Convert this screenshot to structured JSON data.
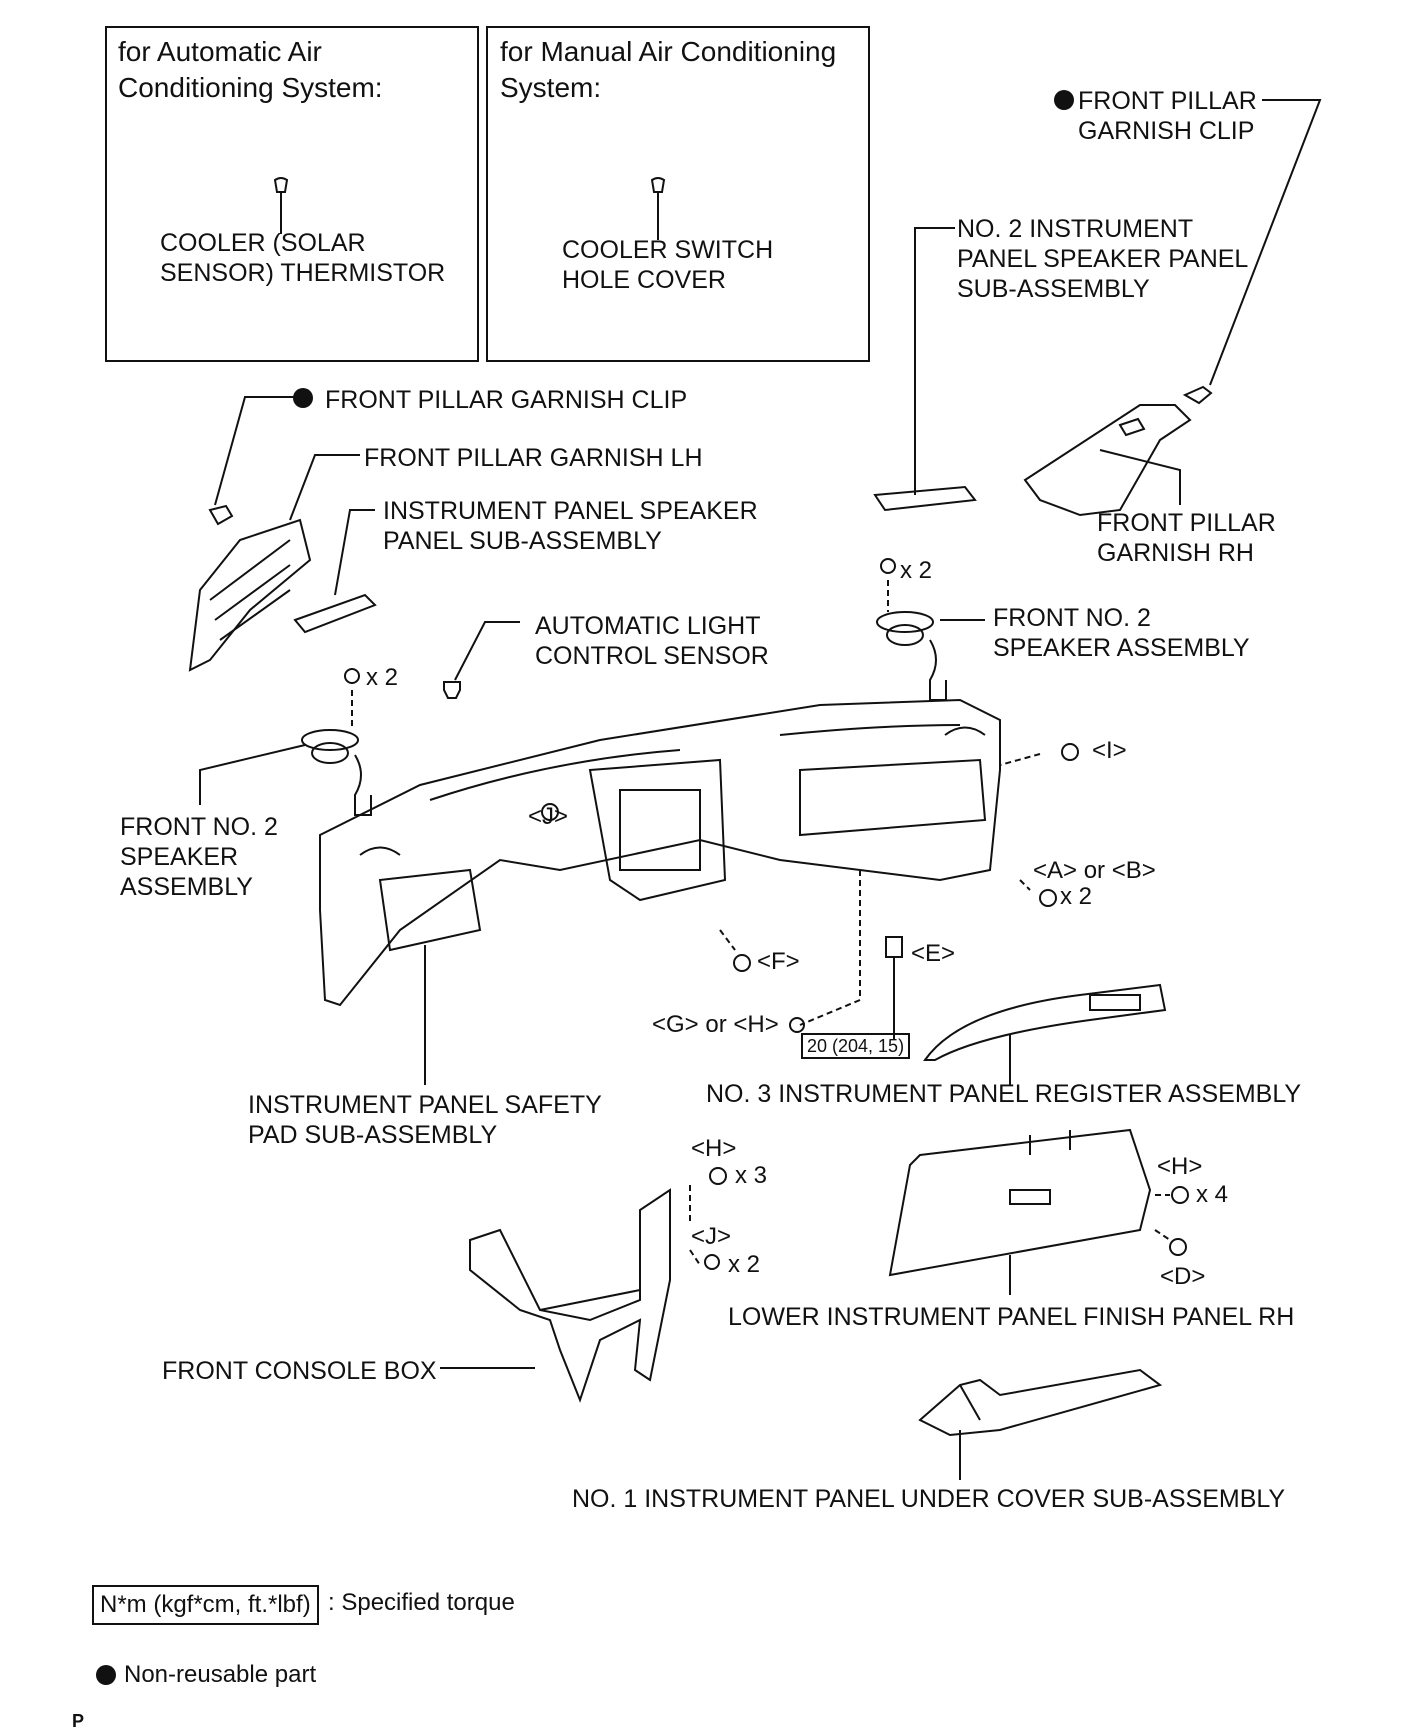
{
  "boxes": {
    "auto": {
      "title": "for Automatic Air\nConditioning System:",
      "part": "COOLER (SOLAR\nSENSOR) THERMISTOR"
    },
    "manual": {
      "title": "for Manual Air Conditioning\nSystem:",
      "part": "COOLER SWITCH\nHOLE COVER"
    }
  },
  "labels": {
    "front_pillar_garnish_clip_rh": "FRONT PILLAR\nGARNISH CLIP",
    "no2_speaker_panel": "NO. 2 INSTRUMENT\nPANEL SPEAKER PANEL\nSUB-ASSEMBLY",
    "front_pillar_garnish_clip_lh": "FRONT PILLAR GARNISH CLIP",
    "front_pillar_garnish_lh": "FRONT PILLAR GARNISH LH",
    "speaker_panel": "INSTRUMENT PANEL SPEAKER\nPANEL SUB-ASSEMBLY",
    "front_pillar_garnish_rh": "FRONT PILLAR\nGARNISH RH",
    "auto_light_sensor": "AUTOMATIC LIGHT\nCONTROL SENSOR",
    "speaker_rh": "FRONT NO. 2\nSPEAKER ASSEMBLY",
    "speaker_lh": "FRONT NO. 2\nSPEAKER\nASSEMBLY",
    "safety_pad": "INSTRUMENT PANEL SAFETY\nPAD SUB-ASSEMBLY",
    "register": "NO. 3 INSTRUMENT PANEL REGISTER ASSEMBLY",
    "lower_finish": "LOWER INSTRUMENT PANEL FINISH PANEL RH",
    "console": "FRONT CONSOLE BOX",
    "under_cover": "NO. 1 INSTRUMENT PANEL UNDER COVER SUB-ASSEMBLY"
  },
  "fasteners": {
    "x2_top": "x 2",
    "x2_left": "x 2",
    "i": "<I>",
    "j_top": "<J>",
    "a_or_b": "<A> or <B>",
    "x2_ab": "x 2",
    "f": "<F>",
    "e": "<E>",
    "g_or_h": "<G> or <H>",
    "h_console": "<H>",
    "x3": "x 3",
    "j_console": "<J>",
    "x2_console": "x 2",
    "h_glove": "<H>",
    "x4": "x 4",
    "d": "<D>"
  },
  "torque_value": "20 (204, 15)",
  "legend": {
    "torque_unit": "N*m (kgf*cm, ft.*lbf)",
    "torque_text": ": Specified torque",
    "nonreusable_text": "Non-reusable part"
  },
  "corner_mark": "P"
}
